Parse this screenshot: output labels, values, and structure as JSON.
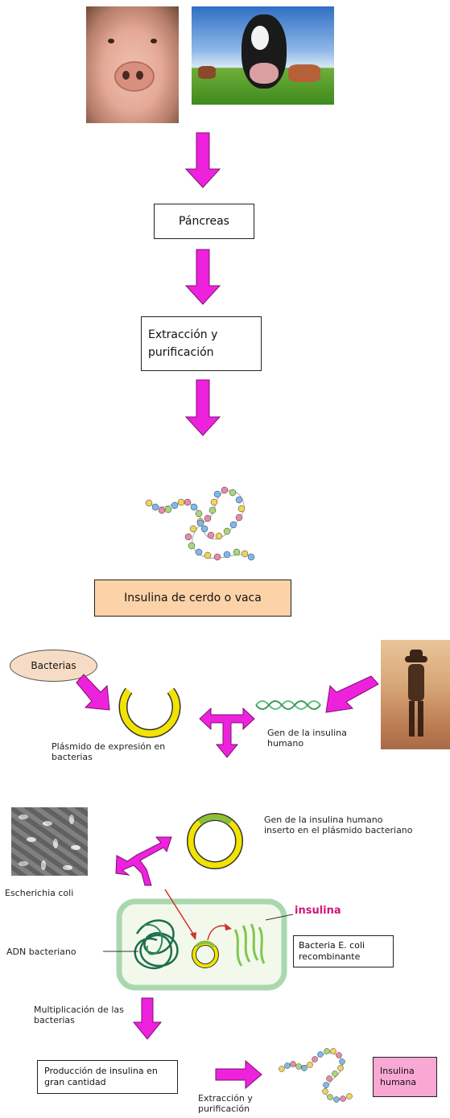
{
  "steps": {
    "pancreas": "Páncreas",
    "extraction": "Extracción y purificación",
    "animal_insulin": "Insulina de cerdo o vaca"
  },
  "bacteria_oval": "Bacterias",
  "labels": {
    "plasmid": "Plásmido de expresión en bacterias",
    "gene": "Gen de la insulina humano",
    "gene_inserted": "Gen de la insulina humano inserto en el plásmido bacteriano",
    "ecoli": "Escherichia coli",
    "insulina": "insulina",
    "adn": "ADN bacteriano",
    "recombinant": "Bacteria E. coli recombinante",
    "multiplication": "Multiplicación de las bacterias",
    "production": "Producción de insulina en gran cantidad",
    "extraction_small": "Extracción y purificación",
    "human_insulin": "Insulina humana"
  },
  "colors": {
    "arrow": "#ee22dd",
    "insulin_box": "#fcd3a8",
    "human_insulin_box": "#f9a8d4",
    "plasmid": "#f2e400",
    "cell_fill": "#f3f9ea",
    "cell_border": "#a9d8b0",
    "insulina_text": "#d0177a"
  },
  "icons": [
    "pig-photo",
    "cow-photo",
    "cowboy-photo",
    "ecoli-micrograph",
    "insulin-chain-icon",
    "dna-helix-icon",
    "plasmid-icon"
  ]
}
